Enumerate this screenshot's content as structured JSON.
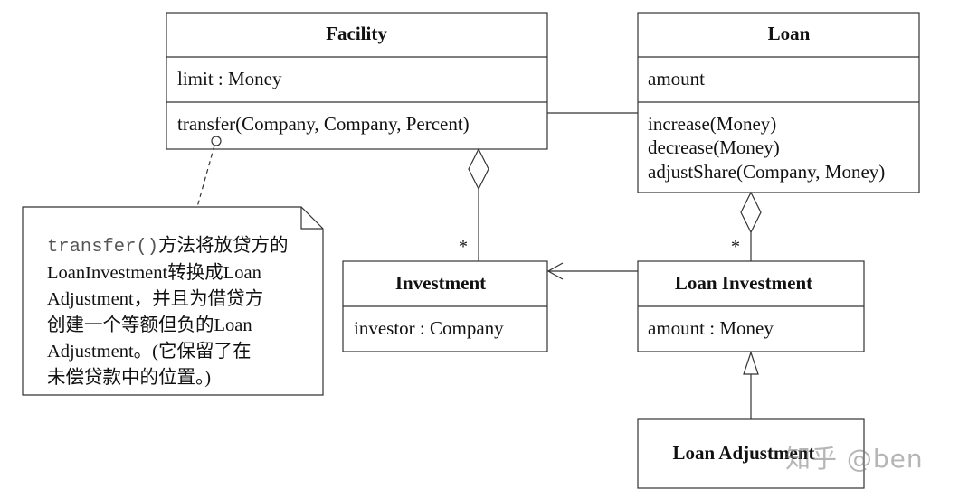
{
  "classes": {
    "facility": {
      "name": "Facility",
      "attribute": "limit : Money",
      "operation": "transfer(Company, Company, Percent)"
    },
    "loan": {
      "name": "Loan",
      "attribute": "amount",
      "operations": [
        "increase(Money)",
        "decrease(Money)",
        "adjustShare(Company, Money)"
      ]
    },
    "investment": {
      "name": "Investment",
      "attribute": "investor : Company"
    },
    "loan_investment": {
      "name": "Loan Investment",
      "attribute": "amount : Money"
    },
    "loan_adjustment": {
      "name": "Loan Adjustment"
    }
  },
  "multiplicity": {
    "investment": "*",
    "loan_investment": "*"
  },
  "note": {
    "code": "transfer()",
    "line1": "方法将放贷方的",
    "line2": "LoanInvestment转换成Loan",
    "line3": "Adjustment，并且为借贷方",
    "line4": "创建一个等额但负的Loan",
    "line5": "Adjustment。(它保留了在",
    "line6": "未偿贷款中的位置。)"
  },
  "watermark": "知乎 @ben"
}
